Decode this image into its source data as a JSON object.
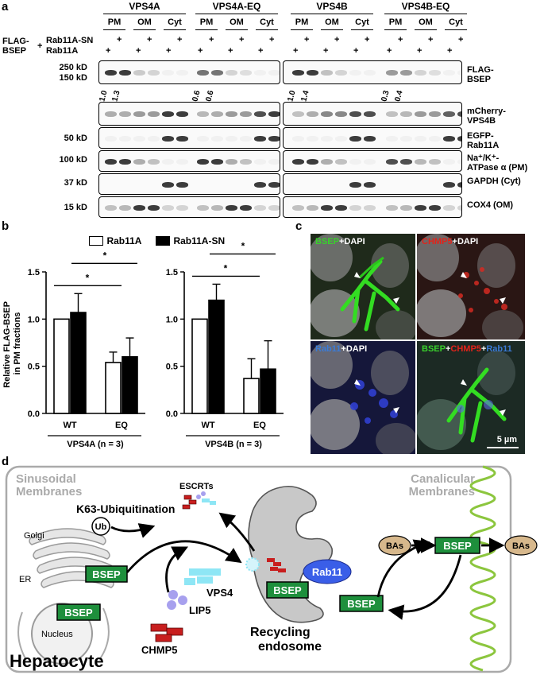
{
  "panels": {
    "a": "a",
    "b": "b",
    "c": "c",
    "d": "d"
  },
  "a": {
    "groups": [
      "VPS4A",
      "VPS4A-EQ",
      "VPS4B",
      "VPS4B-EQ"
    ],
    "fractions": [
      "PM",
      "OM",
      "Cyt"
    ],
    "row1_label": "FLAG-\nBSEP",
    "plus": "+",
    "row2_label_a": "Rab11A-SN",
    "row2_label_b": "Rab11A",
    "markers": {
      "m250": "250 kD",
      "m150": "150 kD",
      "m50": "50 kD",
      "m100": "100 kD",
      "m37": "37 kD",
      "m15": "15 kD"
    },
    "blot_labels": [
      "FLAG-\nBSEP",
      "mCherry-\nVPS4B",
      "EGFP-\nRab11A",
      "Na⁺/K⁺-\nATPase α (PM)",
      "GAPDH (Cyt)",
      "COX4 (OM)"
    ],
    "quant": {
      "g1a": "1.0",
      "g1b": "1.3",
      "g2a": "0.6",
      "g2b": "0.6",
      "g3a": "1.0",
      "g3b": "1.4",
      "g4a": "0.3",
      "g4b": "0.4"
    }
  },
  "b": {
    "legend": [
      "Rab11A",
      "Rab11A-SN"
    ],
    "ylabel": "Relative FLAG-BSEP\nin PM fractions",
    "ticks": [
      "0.0",
      "0.5",
      "1.0",
      "1.5"
    ],
    "star": "*",
    "categories": [
      "WT",
      "EQ"
    ],
    "xlabels": [
      "VPS4A (n = 3)",
      "VPS4B (n = 3)"
    ]
  },
  "chart_data": [
    {
      "type": "bar",
      "title": "",
      "xlabel": "VPS4A (n = 3)",
      "ylabel": "Relative FLAG-BSEP in PM fractions",
      "ylim": [
        0,
        1.5
      ],
      "categories": [
        "WT",
        "EQ"
      ],
      "series": [
        {
          "name": "Rab11A",
          "values": [
            1.0,
            0.54
          ],
          "errors": [
            0,
            0.11
          ]
        },
        {
          "name": "Rab11A-SN",
          "values": [
            1.07,
            0.6
          ],
          "errors": [
            0.2,
            0.2
          ]
        }
      ],
      "significance": [
        "*",
        "*"
      ]
    },
    {
      "type": "bar",
      "title": "",
      "xlabel": "VPS4B (n = 3)",
      "ylabel": "Relative FLAG-BSEP in PM fractions",
      "ylim": [
        0,
        1.5
      ],
      "categories": [
        "WT",
        "EQ"
      ],
      "series": [
        {
          "name": "Rab11A",
          "values": [
            1.0,
            0.37
          ],
          "errors": [
            0,
            0.21
          ]
        },
        {
          "name": "Rab11A-SN",
          "values": [
            1.2,
            0.47
          ],
          "errors": [
            0.17,
            0.3
          ]
        }
      ],
      "significance": [
        "*",
        "*"
      ]
    }
  ],
  "c": {
    "tl": [
      "BSEP",
      "+DAPI"
    ],
    "tr": [
      "CHMP5",
      "+DAPI"
    ],
    "bl": [
      "Rab11",
      "+DAPI"
    ],
    "br": [
      "BSEP",
      "+",
      "CHMP5",
      "+",
      "Rab11"
    ],
    "scale": "5 µm"
  },
  "d": {
    "sinusoidal": "Sinusoidal\nMembranes",
    "canalicular": "Canalicular\nMembranes",
    "escrts": "ESCRTs",
    "k63": "K63-Ubiquitination",
    "golgi": "Golgi",
    "ub": "Ub",
    "er": "ER",
    "nucleus": "Nucleus",
    "bsep": "BSEP",
    "vps4": "VPS4",
    "lip5": "LIP5",
    "chmp5": "CHMP5",
    "recycling": "Recycling\nendosome",
    "rab11": "Rab11",
    "bas": "BAs",
    "hepatocyte": "Hepatocyte"
  },
  "colors": {
    "bsep_green": "#1e8f3c",
    "rab11_blue": "#3a5ee8",
    "chmp5_red": "#c81e1e",
    "vps4_cyan": "#8ee6f5",
    "lip5_lavender": "#a7a0ee",
    "bas_tan": "#d7b88c",
    "canalicular_green": "#8cc63e"
  }
}
